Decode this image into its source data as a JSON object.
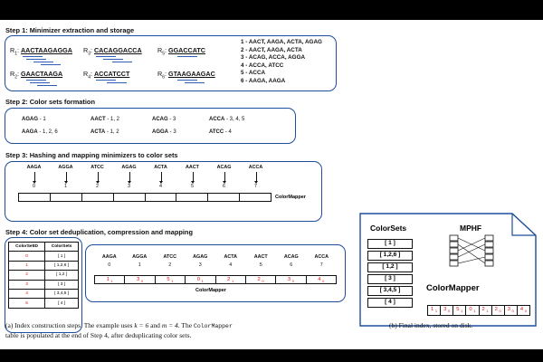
{
  "step1": {
    "title": "Step 1: Minimizer  extraction  and  storage",
    "reads": [
      {
        "label": "R",
        "sub": "1",
        "seq": "AACTAAGAGGA"
      },
      {
        "label": "R",
        "sub": "2",
        "seq": "GAACTAAGA"
      },
      {
        "label": "R",
        "sub": "3",
        "seq": "CACAGGACCA"
      },
      {
        "label": "R",
        "sub": "4",
        "seq": "ACCATCCT"
      },
      {
        "label": "R",
        "sub": "5",
        "seq": "GGACCATC"
      },
      {
        "label": "R",
        "sub": "6",
        "seq": "GTAAGAAGAC"
      }
    ],
    "minimizer_lists": [
      "1 - AACT, AAGA, ACTA, AGAG",
      "2 - AACT, AAGA, ACTA",
      "3 - ACAG, ACCA, AGGA",
      "4 - ACCA, ATCC",
      "5 - ACCA",
      "6 - AAGA, AAGA"
    ]
  },
  "step2": {
    "title": "Step 2: Color sets formation",
    "entries": [
      {
        "mm": "AGAG",
        "sets": " - 1"
      },
      {
        "mm": "AAGA",
        "sets": " - 1, 2, 6"
      },
      {
        "mm": "AACT",
        "sets": " - 1, 2"
      },
      {
        "mm": "ACTA",
        "sets": " - 1, 2"
      },
      {
        "mm": "ACAG",
        "sets": " - 3"
      },
      {
        "mm": "AGGA",
        "sets": " - 3"
      },
      {
        "mm": "ACCA",
        "sets": " - 3, 4, 5"
      },
      {
        "mm": "ATCC",
        "sets": " - 4"
      }
    ]
  },
  "step3": {
    "title": "Step 3: Hashing and mapping minimizers to color sets",
    "minimizers": [
      "AAGA",
      "AGGA",
      "ATCC",
      "AGAG",
      "ACTA",
      "AACT",
      "ACAG",
      "ACCA"
    ],
    "indices": [
      "0",
      "1",
      "2",
      "3",
      "4",
      "5",
      "6",
      "7"
    ],
    "mapper_label": "ColorMapper"
  },
  "step4": {
    "title": "Step 4: Color set deduplication, compression and mapping",
    "table_headers": [
      "ColorSetID",
      "ColorSets"
    ],
    "table_rows": [
      {
        "id": "0",
        "set": "[ 1 ]"
      },
      {
        "id": "1",
        "set": "[ 1,2,6 ]"
      },
      {
        "id": "2",
        "set": "[ 1,2 ]"
      },
      {
        "id": "3",
        "set": "[ 3 ]"
      },
      {
        "id": "4",
        "set": "[ 3,4,5 ]"
      },
      {
        "id": "5",
        "set": "[ 4 ]"
      }
    ],
    "minimizers": [
      "AAGA",
      "AGGA",
      "ATCC",
      "AGAG",
      "ACTA",
      "AACT",
      "ACAG",
      "ACCA"
    ],
    "indices": [
      "0",
      "1",
      "2",
      "3",
      "4",
      "5",
      "6",
      "7"
    ],
    "cells": [
      {
        "v": "1",
        "s": "1"
      },
      {
        "v": "3",
        "s": "0"
      },
      {
        "v": "5",
        "s": "1"
      },
      {
        "v": "0",
        "s": "1"
      },
      {
        "v": "2",
        "s": "1"
      },
      {
        "v": "2",
        "s": "0"
      },
      {
        "v": "3",
        "s": "0"
      },
      {
        "v": "4",
        "s": "0"
      }
    ],
    "mapper_label": "ColorMapper"
  },
  "final_index": {
    "colorsets_title": "ColorSets",
    "colorsets": [
      "[ 1 ]",
      "[ 1,2,6 ]",
      "[ 1,2 ]",
      "[ 3 ]",
      "[ 3,4,5 ]",
      "[ 4 ]"
    ],
    "mphf_label": "MPHF",
    "mapper_title": "ColorMapper",
    "cells": [
      {
        "v": "1",
        "s": "1"
      },
      {
        "v": "3",
        "s": "0"
      },
      {
        "v": "5",
        "s": "1"
      },
      {
        "v": "0",
        "s": "1"
      },
      {
        "v": "2",
        "s": "1"
      },
      {
        "v": "2",
        "s": "0"
      },
      {
        "v": "3",
        "s": "0"
      },
      {
        "v": "4",
        "s": "0"
      }
    ]
  },
  "captions": {
    "a_part1": "(a) Index construction steps. The example uses ",
    "a_k": "k = 6",
    "a_and": " and ",
    "a_m": "m = 4",
    "a_part2": ". The ",
    "a_mono": "ColorMapper",
    "a_line2": "table is populated at the end of Step 4, after deduplicating color sets.",
    "b": "(b) Final index, stored on disk."
  },
  "colors": {
    "box_border": "#1f4e9c",
    "highlight": "#d11",
    "underline": "#2f5fb5"
  }
}
